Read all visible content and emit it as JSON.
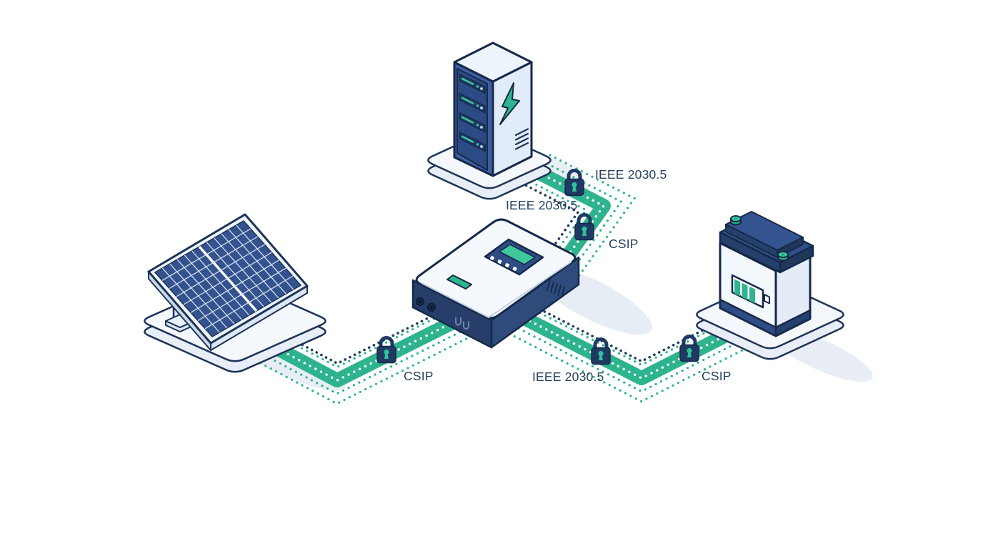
{
  "diagram": {
    "background": "#ffffff",
    "palette": {
      "accent_green": "#2db48e",
      "screen_green": "#3dc89d",
      "navy_outline": "#1d3457",
      "deep_navy": "#223c63",
      "lock_body": "#1e3a63",
      "label_text": "#27425f",
      "platform_top": "#f4f8fc",
      "platform_side": "#e7eef8",
      "shadow": "#e9eef6",
      "server_face_blue": "#3f5f9f",
      "panel_navy": "#2e4d85",
      "solar_cell_blue": "#34528e"
    },
    "nodes": [
      {
        "icon": "server-icon"
      },
      {
        "icon": "solar-panel-icon"
      },
      {
        "icon": "inverter-icon"
      },
      {
        "icon": "battery-icon"
      }
    ],
    "links": [
      {
        "from": "utility-server",
        "to": "inverter",
        "labels": [
          "IEEE 2030.5",
          "IEEE 2030.5",
          "CSIP"
        ],
        "locks": 2
      },
      {
        "from": "solar-panel",
        "to": "inverter",
        "labels": [
          "CSIP"
        ],
        "locks": 1
      },
      {
        "from": "inverter",
        "to": "battery",
        "labels": [
          "IEEE 2030.5",
          "CSIP"
        ],
        "locks": 2
      }
    ]
  }
}
